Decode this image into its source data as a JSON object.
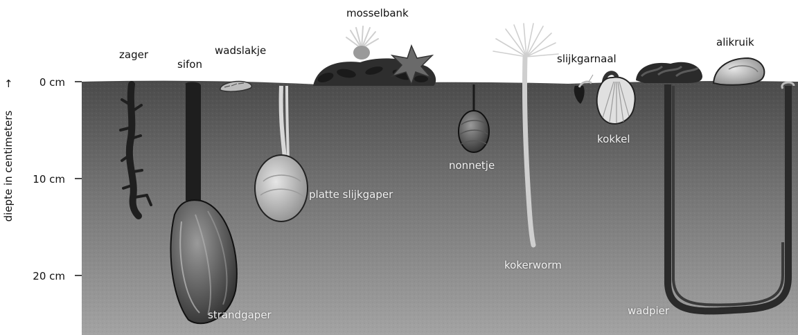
{
  "axis": {
    "title": "diepte in centimeters",
    "arrow": "↑",
    "ticks": [
      "0 cm",
      "10 cm",
      "20 cm"
    ]
  },
  "labels": {
    "surface": {
      "zager": "zager",
      "sifon": "sifon",
      "wadslakje": "wadslakje",
      "mosselbank": "mosselbank",
      "slijkgarnaal": "slijkgarnaal",
      "alikruik": "alikruik"
    },
    "underground": {
      "platte_slijkgaper": "platte slijkgaper",
      "nonnetje": "nonnetje",
      "kokkel": "kokkel",
      "kokerworm": "kokerworm",
      "strandgaper": "strandgaper",
      "wadpier": "wadpier"
    }
  },
  "colors": {
    "sediment_top": "#4a4a4a",
    "sediment_bottom": "#9c9c9c",
    "organism_dark": "#2a2a2a",
    "shell_light": "#c8c8c8"
  }
}
